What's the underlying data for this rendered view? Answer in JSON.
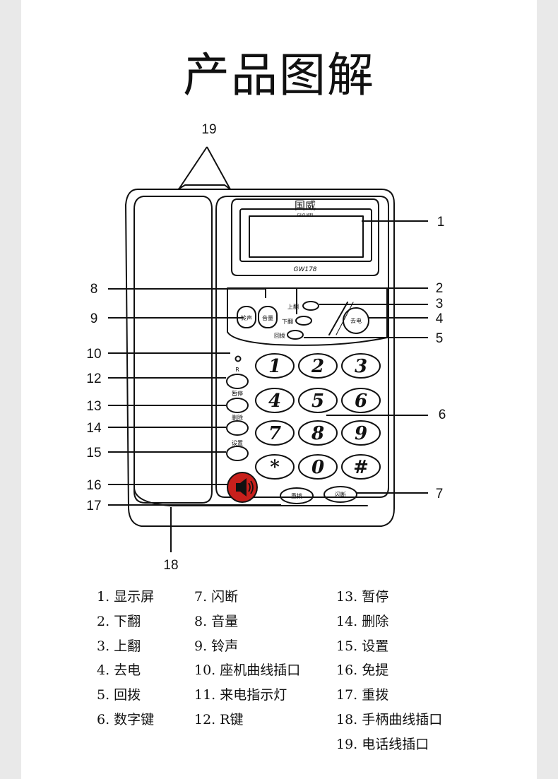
{
  "title": "产品图解",
  "callouts": [
    "1",
    "2",
    "3",
    "4",
    "5",
    "6",
    "7",
    "8",
    "9",
    "10",
    "12",
    "13",
    "14",
    "15",
    "16",
    "17",
    "18",
    "19"
  ],
  "phone": {
    "brand": "国威",
    "brand_sub": "GUO WEI",
    "model": "GW178",
    "keys": [
      "1",
      "2",
      "3",
      "4",
      "5",
      "6",
      "7",
      "8",
      "9",
      "*",
      "0",
      "#"
    ],
    "btn_ring": "铃声",
    "btn_volume": "音量",
    "btn_up": "上翻",
    "btn_down": "下翻",
    "btn_callback": "回拨",
    "btn_outgoing": "去电",
    "btn_r": "R",
    "btn_pause": "暂停",
    "btn_delete": "删除",
    "btn_settings": "设置",
    "btn_redial": "重拨",
    "btn_flash": "闪断"
  },
  "legend": {
    "col1": [
      "1. 显示屏",
      "2. 下翻",
      "3. 上翻",
      "4. 去电",
      "5. 回拨",
      "6. 数字键"
    ],
    "col2": [
      "7. 闪断",
      "8. 音量",
      "9. 铃声",
      "10. 座机曲线插口",
      "11. 来电指示灯",
      "12. R键"
    ],
    "col3": [
      "13. 暂停",
      "14. 删除",
      "15. 设置",
      "16. 免提",
      "17. 重拨",
      "18. 手柄曲线插口",
      "19. 电话线插口"
    ]
  }
}
